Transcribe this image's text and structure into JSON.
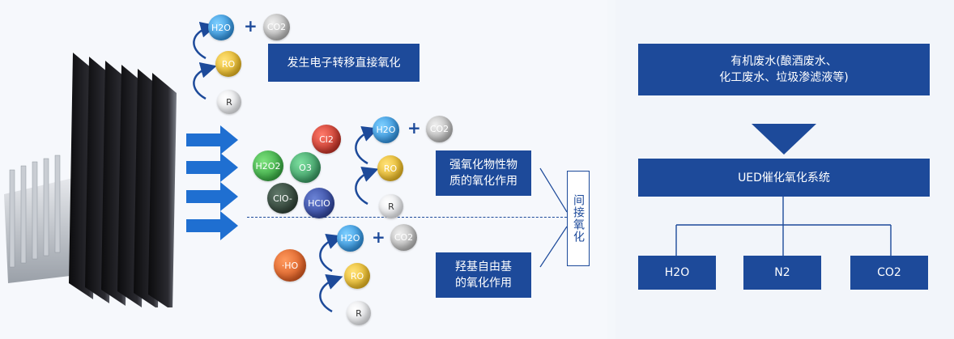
{
  "left": {
    "direct_label": "发生电子转移直接氧化",
    "strong_label_line1": "强氧化物性物",
    "strong_label_line2": "质的氧化作用",
    "hydroxyl_label_line1": "羟基自由基",
    "hydroxyl_label_line2": "的氧化作用",
    "indirect_label": "间接氧化",
    "molecules": {
      "h2o": "H2O",
      "co2": "CO2",
      "ro": "RO",
      "r": "R",
      "cl2": "Cl2",
      "h2o2": "H2O2",
      "o3": "O3",
      "clo": "ClO-",
      "hclo": "HClO",
      "ho": "·HO"
    },
    "colors": {
      "blue": "#1d4a9a",
      "arrow": "#1f6fd1"
    }
  },
  "right": {
    "top_box_line1": "有机废水(酿酒废水、",
    "top_box_line2": "化工废水、垃圾渗滤液等)",
    "system_box": "UED催化氧化系统",
    "outputs": [
      "H2O",
      "N2",
      "CO2"
    ]
  }
}
